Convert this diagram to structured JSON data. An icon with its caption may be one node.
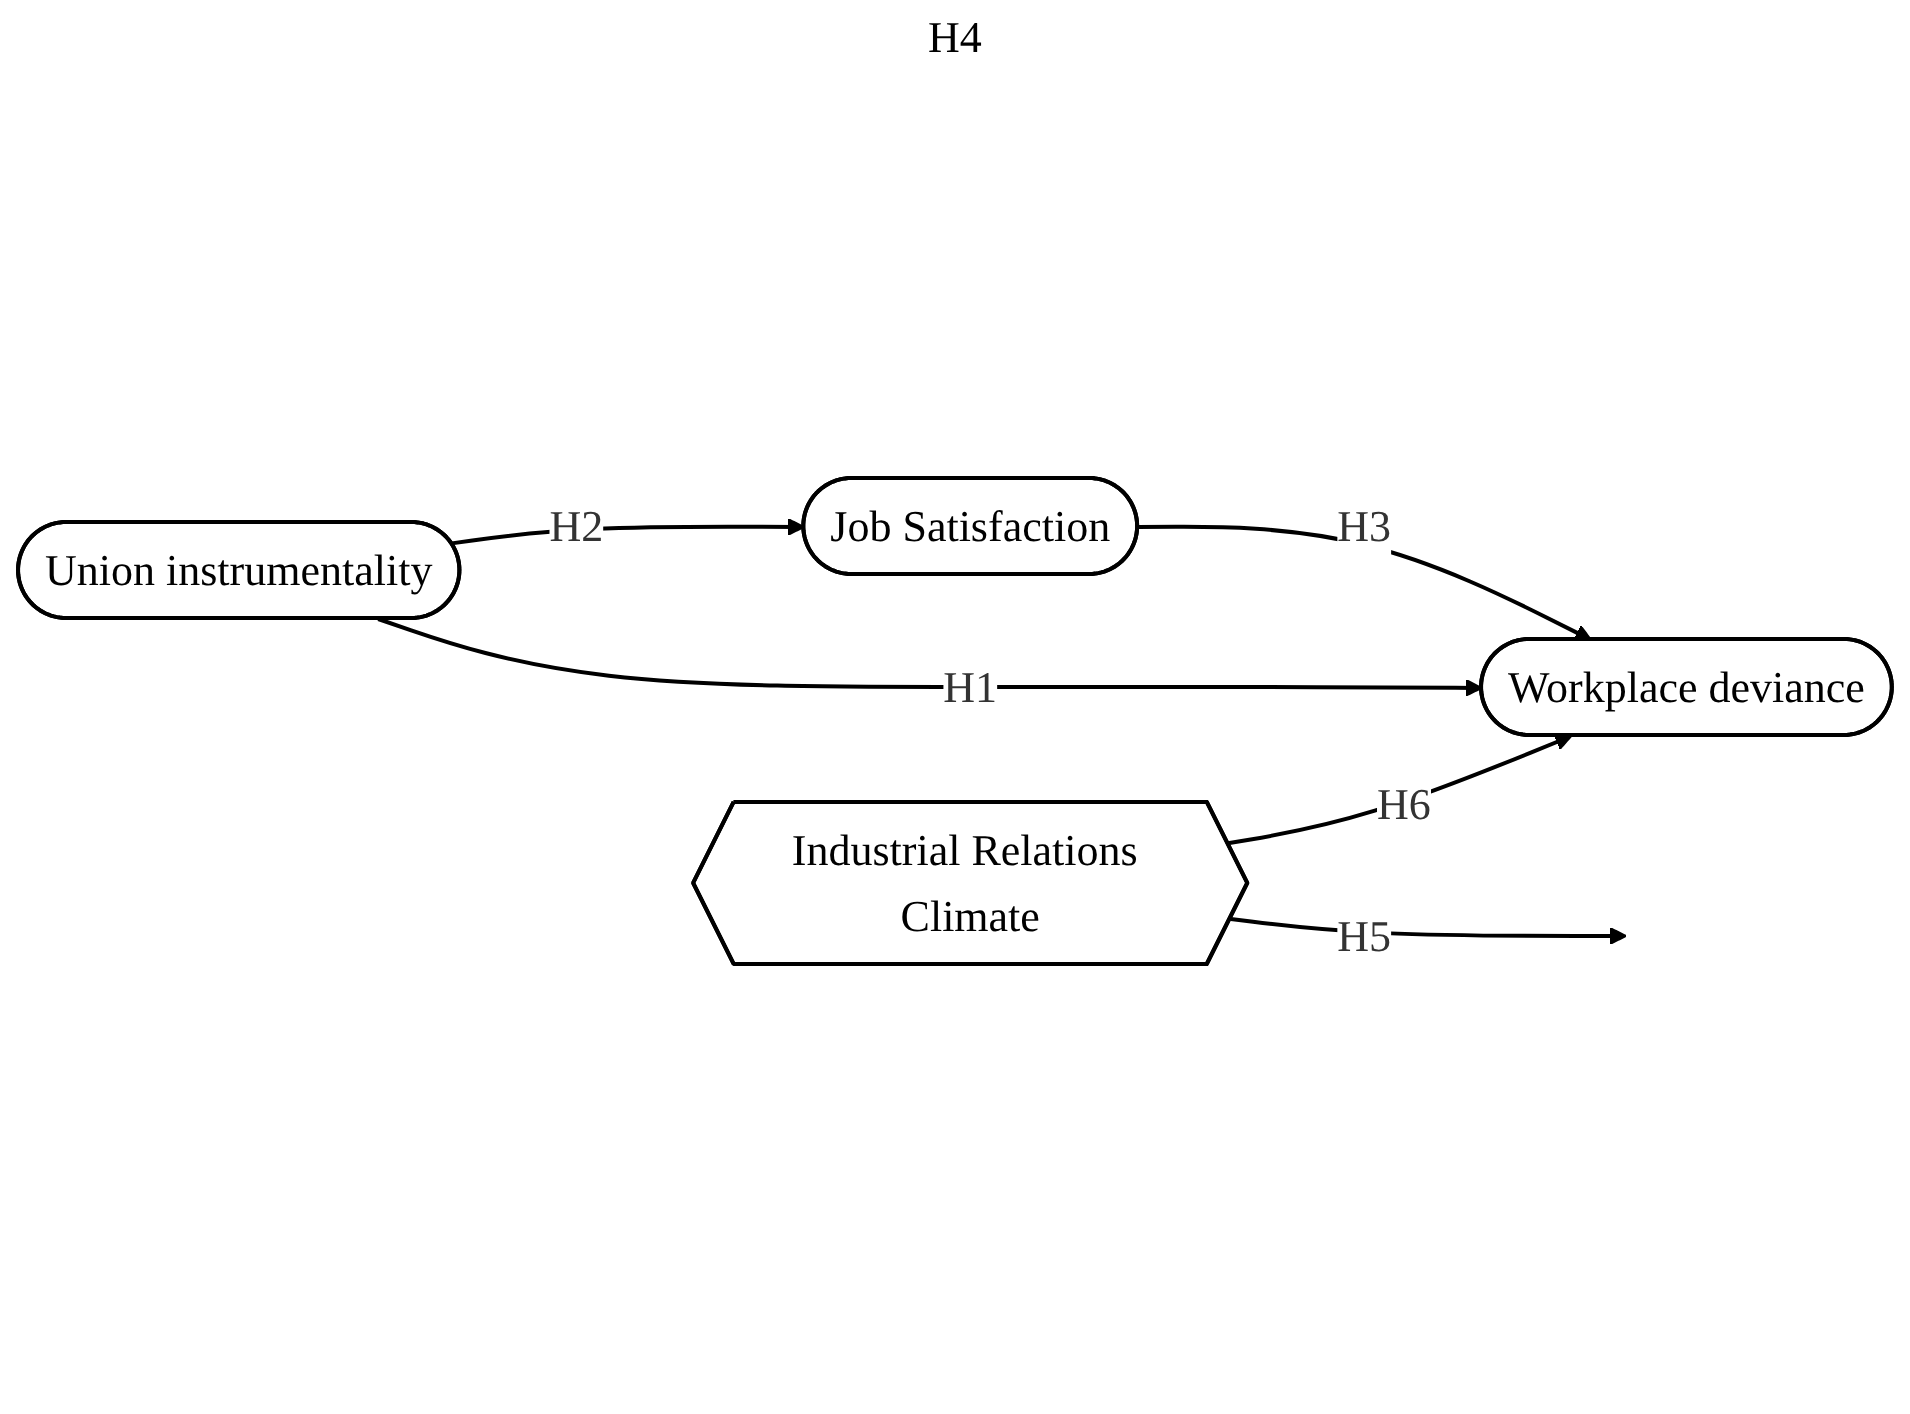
{
  "diagram": {
    "nodes": [
      {
        "text": [
          "Job Satisfaction"
        ]
      },
      {
        "text": [
          "Union instrumentality"
        ]
      },
      {
        "text": [
          "Workplace deviance"
        ]
      },
      {
        "text": [
          "Industrial Relations Climate"
        ]
      }
    ],
    "edges": [
      {
        "from": 1,
        "to": 0,
        "arrow": "to",
        "label": "H2"
      },
      {
        "from": 0,
        "to": 2,
        "arrow": "to",
        "label": "H3"
      },
      {
        "from": 1,
        "to": 2,
        "arrow": "to",
        "label": "H1"
      },
      {
        "from": 3,
        "to": null,
        "arrow": "to",
        "label": "H5"
      },
      {
        "from": 3,
        "to": 2,
        "arrow": "to",
        "label": "H6"
      }
    ],
    "labels": [
      "H4"
    ]
  }
}
